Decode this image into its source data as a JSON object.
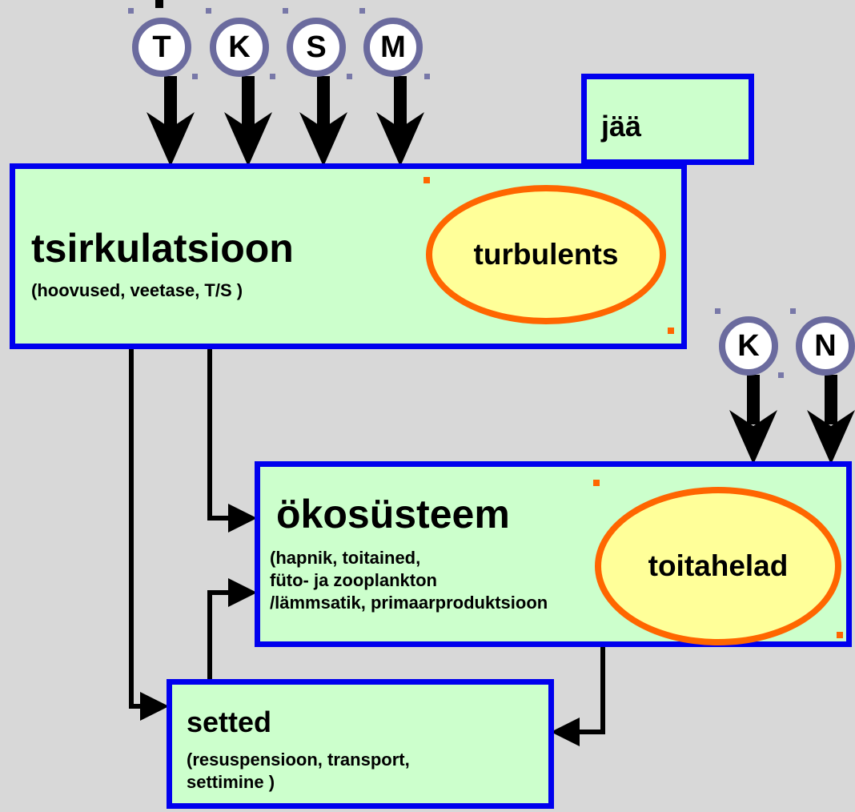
{
  "circulation": {
    "title": "tsirkulatsioon",
    "subtitle": "(hoovused, veetase, T/S )",
    "ellipse": "turbulents"
  },
  "ice": {
    "label": "jää"
  },
  "ecosystem": {
    "title": "ökosüsteem",
    "subtitle": "(hapnik, toitained,\nfüto- ja zooplankton\n/lämmsatik, primaarproduktsioon",
    "ellipse": "toitahelad"
  },
  "sediments": {
    "title": "setted",
    "subtitle": "(resuspensioon, transport,\nsettimine )"
  },
  "forcing_top": [
    "T",
    "K",
    "S",
    "M"
  ],
  "forcing_right": [
    "K",
    "N"
  ],
  "colors": {
    "box_fill": "#ccffcc",
    "box_border": "#0000ee",
    "ellipse_fill": "#ffff99",
    "ellipse_border": "#ff6600",
    "circle_border": "#6b6b9e",
    "background": "#d8d8d8"
  }
}
